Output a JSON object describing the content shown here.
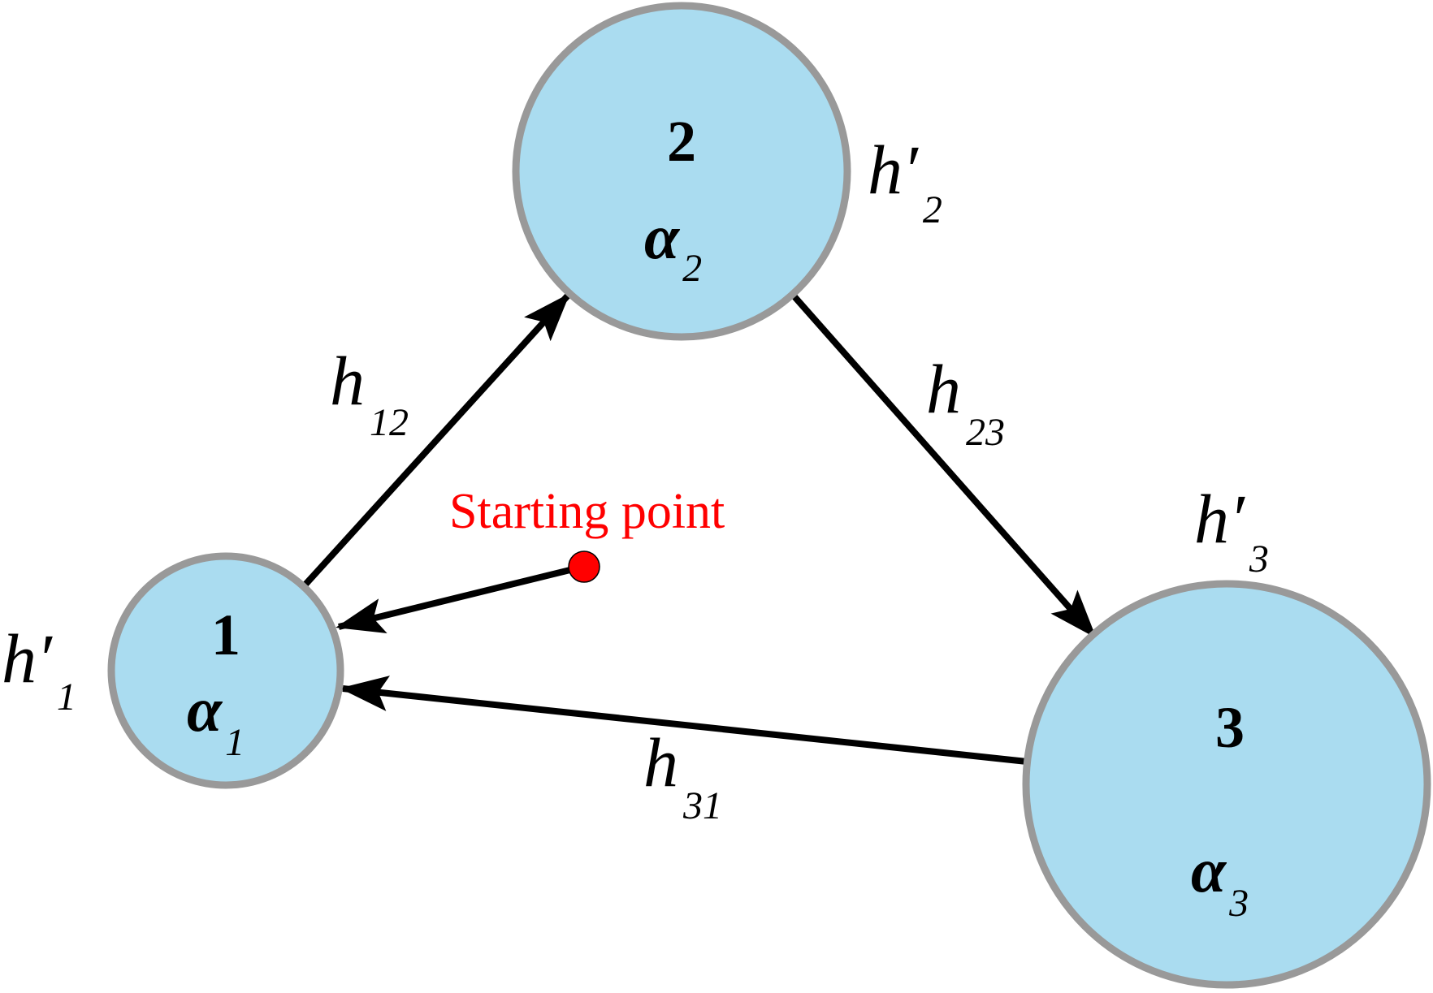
{
  "nodes": [
    {
      "id": "1",
      "number": "1",
      "alpha": "α",
      "alpha_sub": "1",
      "rate": "h′",
      "rate_sub": "1"
    },
    {
      "id": "2",
      "number": "2",
      "alpha": "α",
      "alpha_sub": "2",
      "rate": "h′",
      "rate_sub": "2"
    },
    {
      "id": "3",
      "number": "3",
      "alpha": "α",
      "alpha_sub": "3",
      "rate": "h′",
      "rate_sub": "3"
    }
  ],
  "edges": [
    {
      "from": "1",
      "to": "2",
      "label": "h",
      "label_sub": "12"
    },
    {
      "from": "2",
      "to": "3",
      "label": "h",
      "label_sub": "23"
    },
    {
      "from": "3",
      "to": "1",
      "label": "h",
      "label_sub": "31"
    }
  ],
  "start": {
    "label": "Starting point",
    "target": "1",
    "color": "#ff0000"
  },
  "colors": {
    "node_fill": "#aadcf0",
    "node_stroke": "#999999",
    "edge": "#000000"
  }
}
